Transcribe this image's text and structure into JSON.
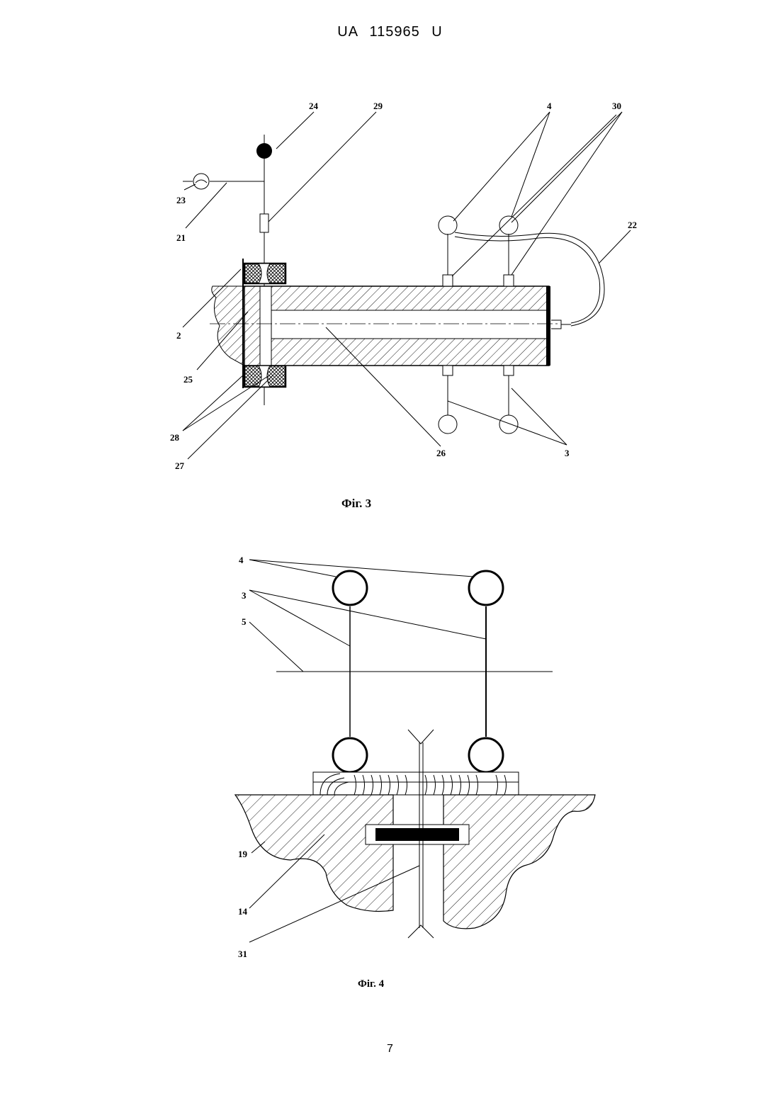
{
  "header": "UA  115965  U",
  "page_number": "7",
  "fig3": {
    "caption": "Фіг. 3",
    "labels": [
      "24",
      "29",
      "4",
      "30",
      "23",
      "21",
      "22",
      "2",
      "25",
      "28",
      "27",
      "26",
      "3"
    ]
  },
  "fig4": {
    "caption": "Фіг. 4",
    "labels": [
      "4",
      "3",
      "5",
      "19",
      "14",
      "31"
    ]
  }
}
